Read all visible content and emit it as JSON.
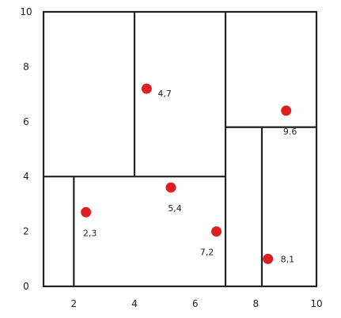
{
  "chart_data": {
    "type": "scatter",
    "xlim": [
      1,
      10
    ],
    "ylim": [
      0,
      10
    ],
    "x_ticks": [
      2,
      4,
      6,
      8,
      10
    ],
    "y_ticks": [
      0,
      2,
      4,
      6,
      8,
      10
    ],
    "x_tick_labels": [
      "2",
      "4",
      "6",
      "8",
      "10"
    ],
    "y_tick_labels": [
      "0",
      "2",
      "4",
      "6",
      "8",
      "10"
    ],
    "points": [
      {
        "x": 4.4,
        "y": 7.2,
        "label": "4,7"
      },
      {
        "x": 5.2,
        "y": 3.6,
        "label": "5,4"
      },
      {
        "x": 2.4,
        "y": 2.7,
        "label": "2,3"
      },
      {
        "x": 6.7,
        "y": 2.0,
        "label": "7,2"
      },
      {
        "x": 9.0,
        "y": 6.4,
        "label": "9.6"
      },
      {
        "x": 8.4,
        "y": 1.0,
        "label": "8,1"
      }
    ],
    "partition_lines": [
      {
        "x1": 7,
        "y1": 0,
        "x2": 7,
        "y2": 10
      },
      {
        "x1": 1,
        "y1": 4,
        "x2": 7,
        "y2": 4
      },
      {
        "x1": 4,
        "y1": 4,
        "x2": 4,
        "y2": 10
      },
      {
        "x1": 2,
        "y1": 0,
        "x2": 2,
        "y2": 4
      },
      {
        "x1": 7,
        "y1": 5.8,
        "x2": 10,
        "y2": 5.8
      },
      {
        "x1": 8.2,
        "y1": 0,
        "x2": 8.2,
        "y2": 5.8
      }
    ],
    "point_color": "#dd1f1f",
    "line_color": "#222222",
    "grid": false
  }
}
